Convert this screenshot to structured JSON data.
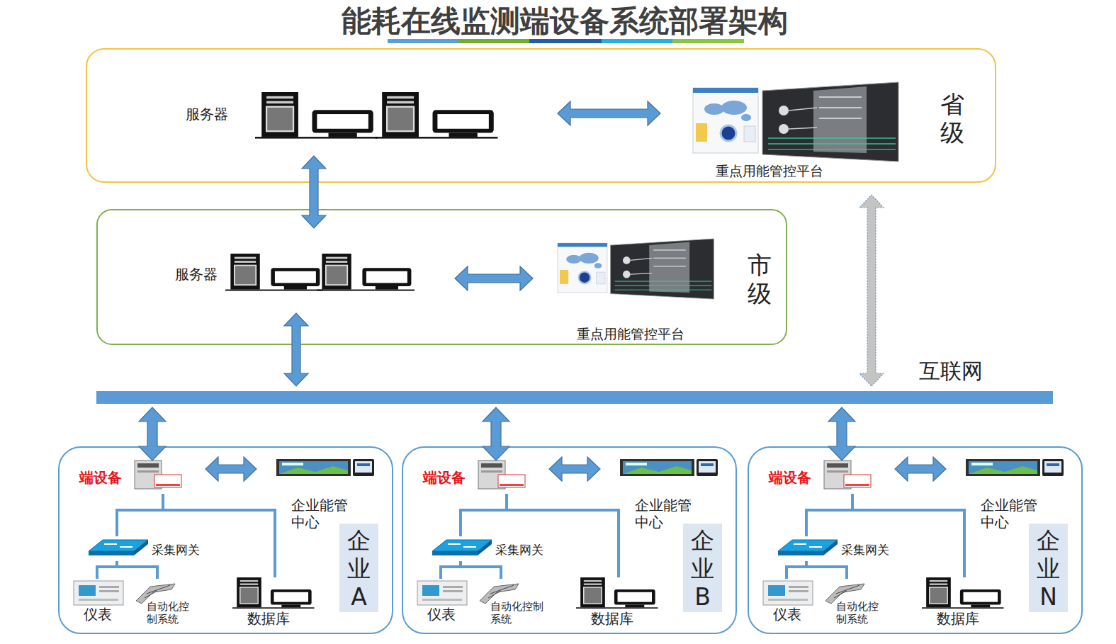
{
  "diagram": {
    "title": "能耗在线监测端设备系统部署架构",
    "nodes": [
      {
        "text": [
          "省 级"
        ]
      },
      {
        "text": [
          "服务器"
        ],
        "in": 0
      },
      {
        "text": [
          "重点用能管控平台"
        ],
        "in": 0
      },
      {
        "text": [
          "市 级"
        ]
      },
      {
        "text": [
          "服务器"
        ],
        "in": 3
      },
      {
        "text": [
          "重点用能管控平台"
        ],
        "in": 3
      },
      {
        "text": [
          "互联网"
        ]
      },
      {
        "text": [
          "企 业 A"
        ]
      },
      {
        "text": [
          "端设备"
        ],
        "in": 7
      },
      {
        "text": [
          "企业能管 中心"
        ],
        "in": 7
      },
      {
        "text": [
          "采集网关"
        ],
        "in": 7
      },
      {
        "text": [
          "仪表"
        ],
        "in": 7
      },
      {
        "text": [
          "自动化控 制系统"
        ],
        "in": 7
      },
      {
        "text": [
          "数据库"
        ],
        "in": 7
      },
      {
        "text": [
          "企 业 B"
        ]
      },
      {
        "text": [
          "端设备"
        ],
        "in": 14
      },
      {
        "text": [
          "企业能管 中心"
        ],
        "in": 14
      },
      {
        "text": [
          "采集网关"
        ],
        "in": 14
      },
      {
        "text": [
          "仪表"
        ],
        "in": 14
      },
      {
        "text": [
          "自动化控制 系统"
        ],
        "in": 14
      },
      {
        "text": [
          "数据库"
        ],
        "in": 14
      },
      {
        "text": [
          "企 业 N"
        ]
      },
      {
        "text": [
          "端设备"
        ],
        "in": 21
      },
      {
        "text": [
          "企业能管 中心"
        ],
        "in": 21
      },
      {
        "text": [
          "采集网关"
        ],
        "in": 21
      },
      {
        "text": [
          "仪表"
        ],
        "in": 21
      },
      {
        "text": [
          "自动化控 制系统"
        ],
        "in": 21
      },
      {
        "text": [
          "数据库"
        ],
        "in": 21
      }
    ],
    "edges": [
      {
        "from": 1,
        "to": 2,
        "arrow": "both"
      },
      {
        "from": 1,
        "to": 4,
        "arrow": "both"
      },
      {
        "from": 4,
        "to": 5,
        "arrow": "both"
      },
      {
        "from": 4,
        "to": 6,
        "arrow": "both"
      },
      {
        "from": 6,
        "to": 0,
        "arrow": "both"
      },
      {
        "from": 6,
        "to": 8,
        "arrow": "both"
      },
      {
        "from": 8,
        "to": 9,
        "arrow": "both"
      },
      {
        "from": 8,
        "to": 10,
        "arrow": "none"
      },
      {
        "from": 8,
        "to": 13,
        "arrow": "none"
      },
      {
        "from": 10,
        "to": 11,
        "arrow": "none"
      },
      {
        "from": 10,
        "to": 12,
        "arrow": "none"
      },
      {
        "from": 6,
        "to": 15,
        "arrow": "both"
      },
      {
        "from": 15,
        "to": 16,
        "arrow": "both"
      },
      {
        "from": 15,
        "to": 17,
        "arrow": "none"
      },
      {
        "from": 15,
        "to": 20,
        "arrow": "none"
      },
      {
        "from": 17,
        "to": 18,
        "arrow": "none"
      },
      {
        "from": 17,
        "to": 19,
        "arrow": "none"
      },
      {
        "from": 6,
        "to": 22,
        "arrow": "both"
      },
      {
        "from": 22,
        "to": 23,
        "arrow": "both"
      },
      {
        "from": 22,
        "to": 24,
        "arrow": "none"
      },
      {
        "from": 22,
        "to": 27,
        "arrow": "none"
      },
      {
        "from": 24,
        "to": 25,
        "arrow": "none"
      },
      {
        "from": 24,
        "to": 26,
        "arrow": "none"
      }
    ]
  }
}
